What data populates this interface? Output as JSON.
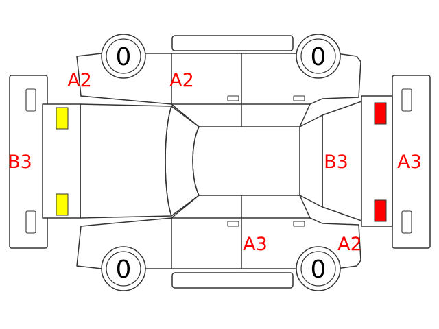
{
  "colors": {
    "code_text": "#ff0000",
    "marker_yellow": "#ffff00",
    "marker_red": "#ff0000",
    "outline": "#333333"
  },
  "tires": {
    "front_left": "0",
    "front_right": "0",
    "rear_left": "0",
    "rear_right": "0"
  },
  "damage_codes": {
    "front_left_fender": "A2",
    "roof_pillar_front_left": "A2",
    "front_bumper": "B3",
    "rear_window_area": "B3",
    "rear_bumper": "A3",
    "rear_right_door": "A3",
    "rear_right_quarter": "A2"
  },
  "markers": {
    "front_lamps": "yellow",
    "rear_lamps": "red"
  }
}
